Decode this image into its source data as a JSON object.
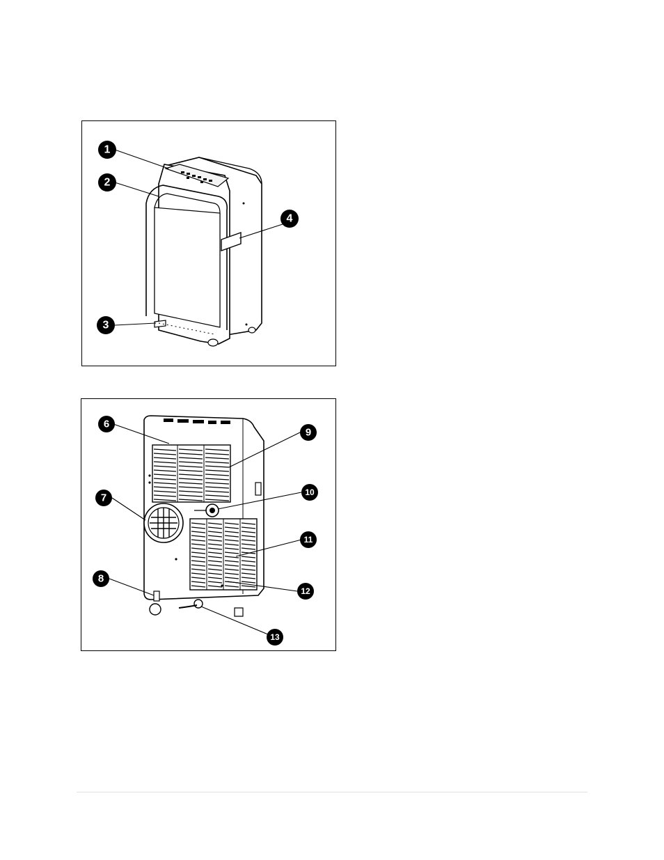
{
  "figures": {
    "front": {
      "callouts": [
        {
          "id": "callout-1",
          "label": "1"
        },
        {
          "id": "callout-2",
          "label": "2"
        },
        {
          "id": "callout-3",
          "label": "3"
        },
        {
          "id": "callout-4",
          "label": "4"
        }
      ]
    },
    "back": {
      "callouts": [
        {
          "id": "callout-6",
          "label": "6"
        },
        {
          "id": "callout-7",
          "label": "7"
        },
        {
          "id": "callout-8",
          "label": "8"
        },
        {
          "id": "callout-9",
          "label": "9"
        },
        {
          "id": "callout-10",
          "label": "10"
        },
        {
          "id": "callout-11",
          "label": "11"
        },
        {
          "id": "callout-12",
          "label": "12"
        },
        {
          "id": "callout-13",
          "label": "13"
        }
      ]
    }
  }
}
